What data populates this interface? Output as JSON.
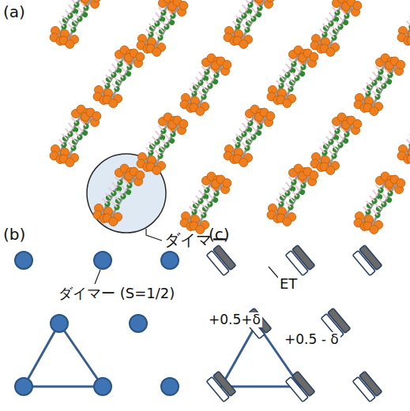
{
  "diagram": {
    "labels": [
      "(a)",
      "ダイマー",
      "(b)",
      "ダイマー (S=1/2)",
      "(c)",
      "ET",
      "+0.5+δ",
      "+0.5 - δ"
    ]
  }
}
